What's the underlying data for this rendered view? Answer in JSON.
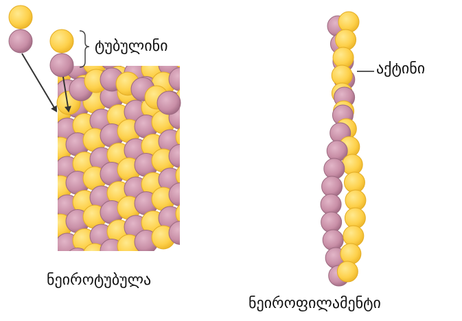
{
  "labels": {
    "tubulin": "ტუბულინი",
    "actin": "აქტინი",
    "microtubule": "ნეიროტუბულა",
    "neurofilament": "ნეიროფილამენტი"
  },
  "colors": {
    "yellow": "#fdd04a",
    "yellow_edge": "#e9b62c",
    "pink": "#c88ea6",
    "pink_edge": "#9c6a80",
    "arrow": "#333333"
  }
}
